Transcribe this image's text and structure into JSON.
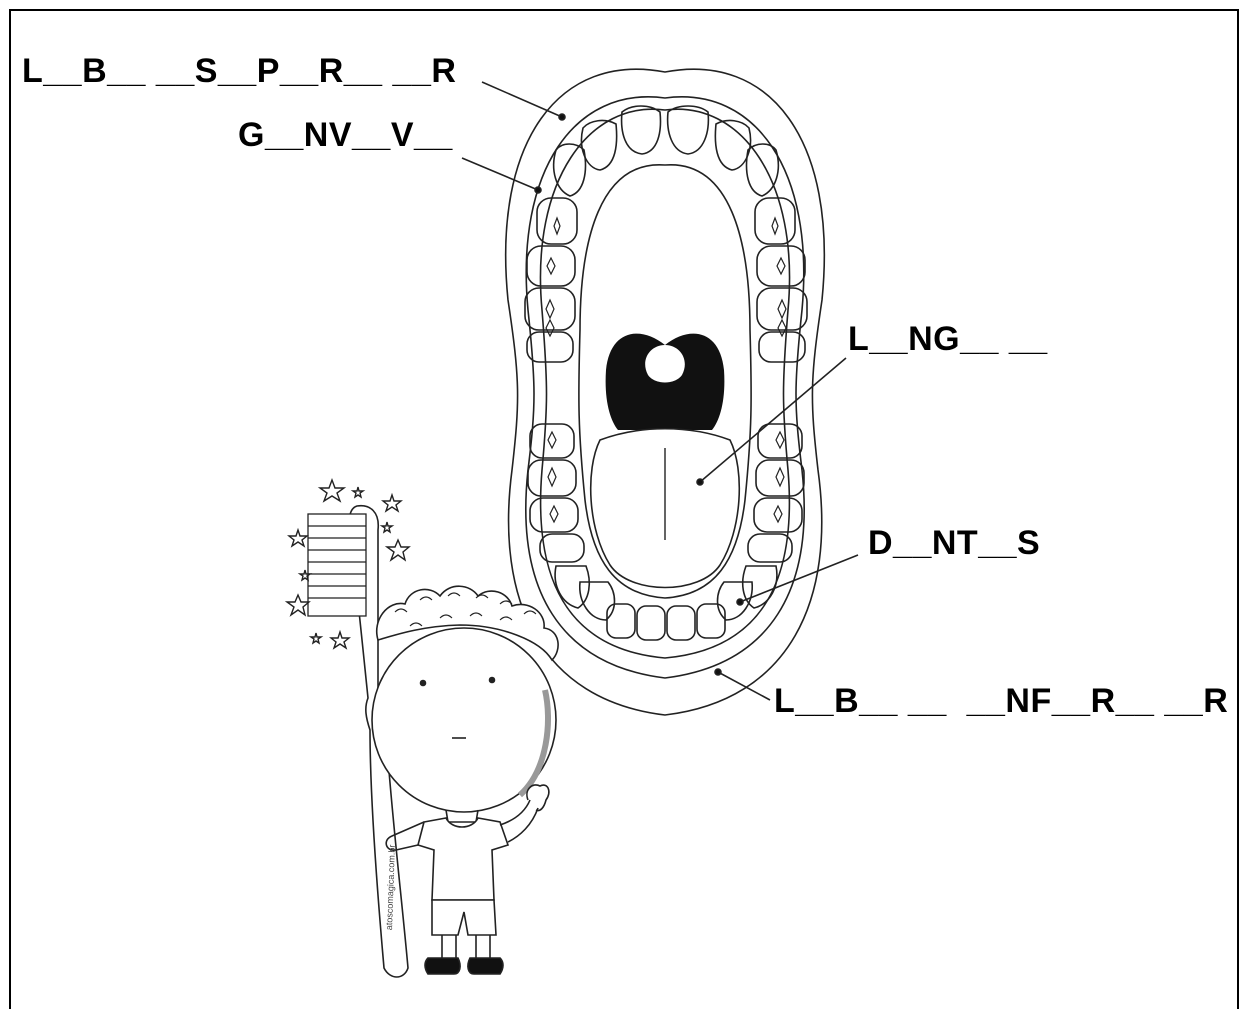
{
  "labels": {
    "upper_lip": "L__B__ __S__P__R__ __R",
    "gums": "G__NV__V__",
    "tongue": "L__NG__ __",
    "teeth": "D__NT__S",
    "lower_lip": "L__B__ __  __NF__R__ __R"
  },
  "watermark": "atoscomagica.com.br"
}
